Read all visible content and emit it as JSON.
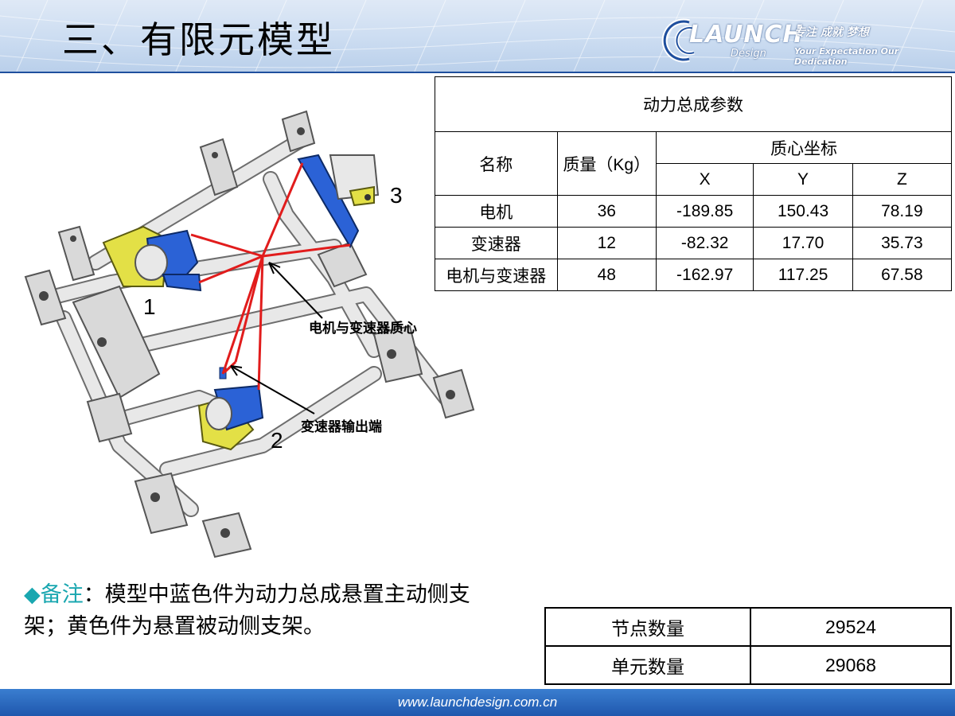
{
  "slide_title": "三、有限元模型",
  "logo": {
    "wordmark": "LAUNCH",
    "sub": "Design",
    "slogan_cn": "专注 成就 梦想",
    "slogan_en": "Your Expectation Our Dedication"
  },
  "params_table": {
    "title": "动力总成参数",
    "col_name": "名称",
    "col_mass": "质量（Kg）",
    "col_centroid": "质心坐标",
    "axis_x": "X",
    "axis_y": "Y",
    "axis_z": "Z",
    "rows": [
      {
        "name": "电机",
        "mass": "36",
        "x": "-189.85",
        "y": "150.43",
        "z": "78.19"
      },
      {
        "name": "变速器",
        "mass": "12",
        "x": "-82.32",
        "y": "17.70",
        "z": "35.73"
      },
      {
        "name": "电机与变速器",
        "mass": "48",
        "x": "-162.97",
        "y": "117.25",
        "z": "67.58"
      }
    ]
  },
  "figure": {
    "label_1": "1",
    "label_2": "2",
    "label_3": "3",
    "callout_centroid": "电机与变速器质心",
    "callout_output": "变速器输出端"
  },
  "note": {
    "marker": "◆",
    "label": "备注",
    "text": "：模型中蓝色件为动力总成悬置主动侧支架；黄色件为悬置被动侧支架。"
  },
  "counts_table": {
    "rows": [
      {
        "label": "节点数量",
        "value": "29524"
      },
      {
        "label": "单元数量",
        "value": "29068"
      }
    ]
  },
  "footer_url": "www.launchdesign.com.cn"
}
